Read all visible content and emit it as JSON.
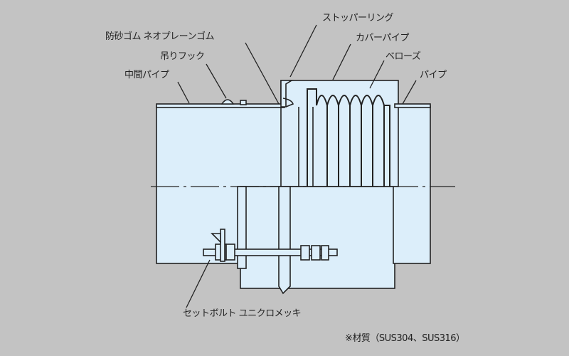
{
  "labels": {
    "stopper_ring": "ストッパーリング",
    "sand_rubber": "防砂ゴム ネオプレーンゴム",
    "cover_pipe": "カバーパイプ",
    "hook": "吊りフック",
    "bellows": "ベローズ",
    "middle_pipe": "中間パイプ",
    "pipe": "パイプ",
    "set_bolt": "セットボルト ユニクロメッキ",
    "material_note": "※材質（SUS304、SUS316）"
  },
  "colors": {
    "background": "#c3c3c3",
    "pipe_fill": "#dceefa",
    "line": "#222222"
  }
}
